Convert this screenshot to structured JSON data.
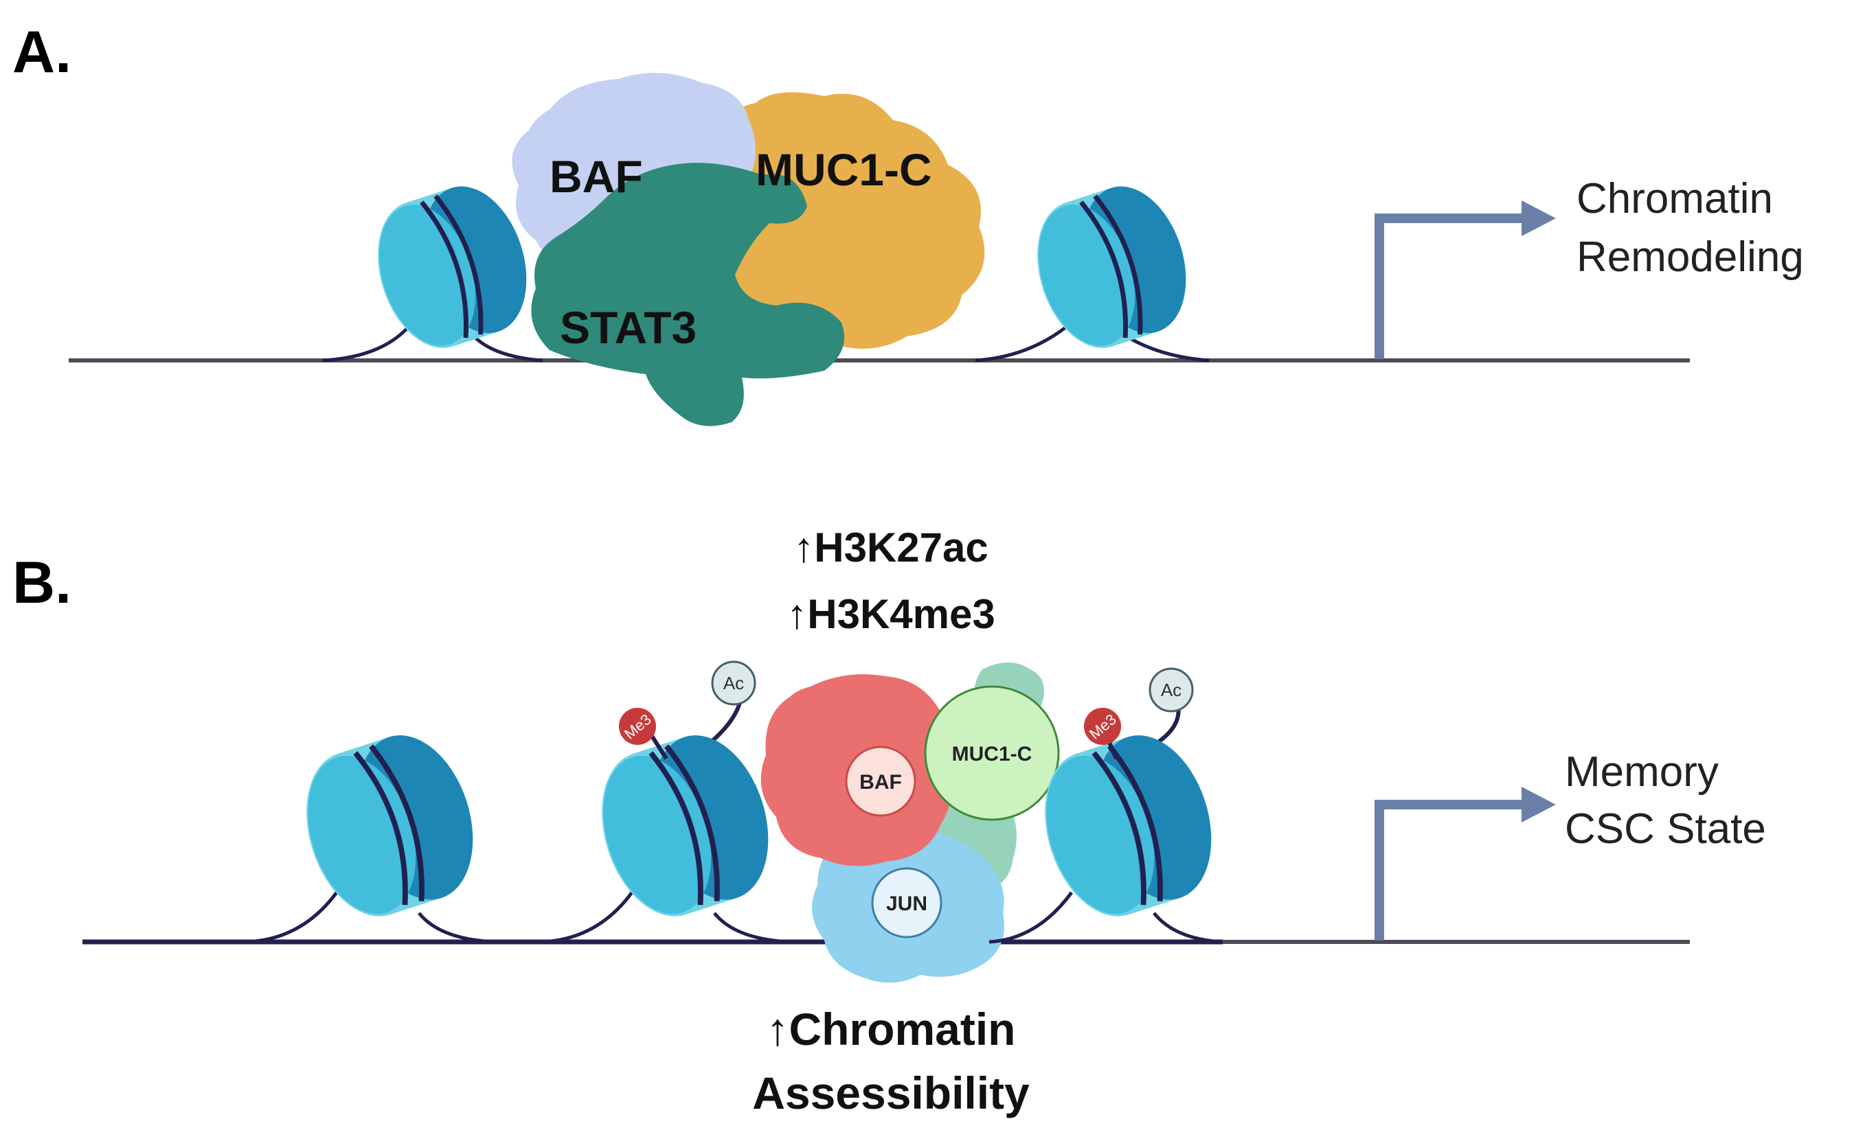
{
  "colors": {
    "dna": "#22204f",
    "baseline": "#4b4b55",
    "arrow": "#6a7fa8",
    "nucleosome_light": "#6fd3e6",
    "nucleosome_face": "#43bddc",
    "nucleosome_dark": "#1e86b5",
    "baf_a": "#c4d1f3",
    "muc1c_a": "#e8b04c",
    "stat3_a": "#2f8a7b",
    "baf_b": "#ea7070",
    "muc1c_b": "#ccf2c0",
    "muc1c_b_back": "#97d3bb",
    "jun_b": "#8fd1ef",
    "me3": "#c73a3a",
    "ac": "#dde8e8"
  },
  "panel_a": {
    "label": "A.",
    "complex": {
      "baf": "BAF",
      "muc1c": "MUC1-C",
      "stat3": "STAT3"
    },
    "outcome": {
      "line1": "Chromatin",
      "line2": "Remodeling"
    }
  },
  "panel_b": {
    "label": "B.",
    "marks": {
      "line1": "↑H3K27ac",
      "line2": "↑H3K4me3"
    },
    "complex": {
      "baf": "BAF",
      "muc1c": "MUC1-C",
      "jun": "JUN"
    },
    "modifications": {
      "me3": "Me3",
      "ac": "Ac"
    },
    "bottom": {
      "line1": "↑Chromatin",
      "line2": "Assessibility"
    },
    "outcome": {
      "line1": "Memory",
      "line2": "CSC State"
    }
  }
}
